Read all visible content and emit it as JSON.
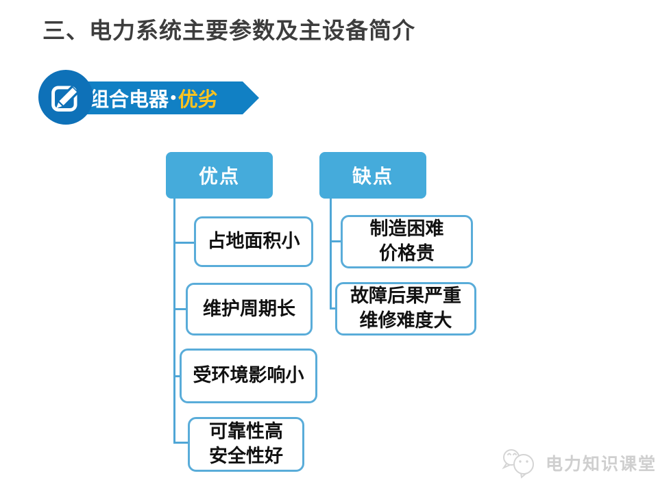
{
  "page": {
    "title": "三、电力系统主要参数及主设备简介"
  },
  "badge": {
    "label": "组合电器",
    "separator": "●",
    "highlight": "优劣",
    "icon": "edit-pencil-icon"
  },
  "tree": {
    "columns": [
      {
        "header": "优点",
        "items": [
          [
            "占地面积小"
          ],
          [
            "维护周期长"
          ],
          [
            "受环境影响小"
          ],
          [
            "可靠性高",
            "安全性好"
          ]
        ]
      },
      {
        "header": "缺点",
        "items": [
          [
            "制造困难",
            "价格贵"
          ],
          [
            "故障后果严重",
            "维修难度大"
          ]
        ]
      }
    ]
  },
  "watermark": {
    "text": "电力知识课堂",
    "icon": "chat-bubbles-icon"
  },
  "colors": {
    "title": "#3d3d3d",
    "badge_circle": "#0E71B8",
    "badge_ribbon": "#1180C4",
    "badge_highlight": "#FFC31E",
    "header_bg": "#45ABDB",
    "box_border": "#59ACD9",
    "connector": "#4FA6D6",
    "box_text": "#111111",
    "watermark": "#cfcfcf"
  }
}
